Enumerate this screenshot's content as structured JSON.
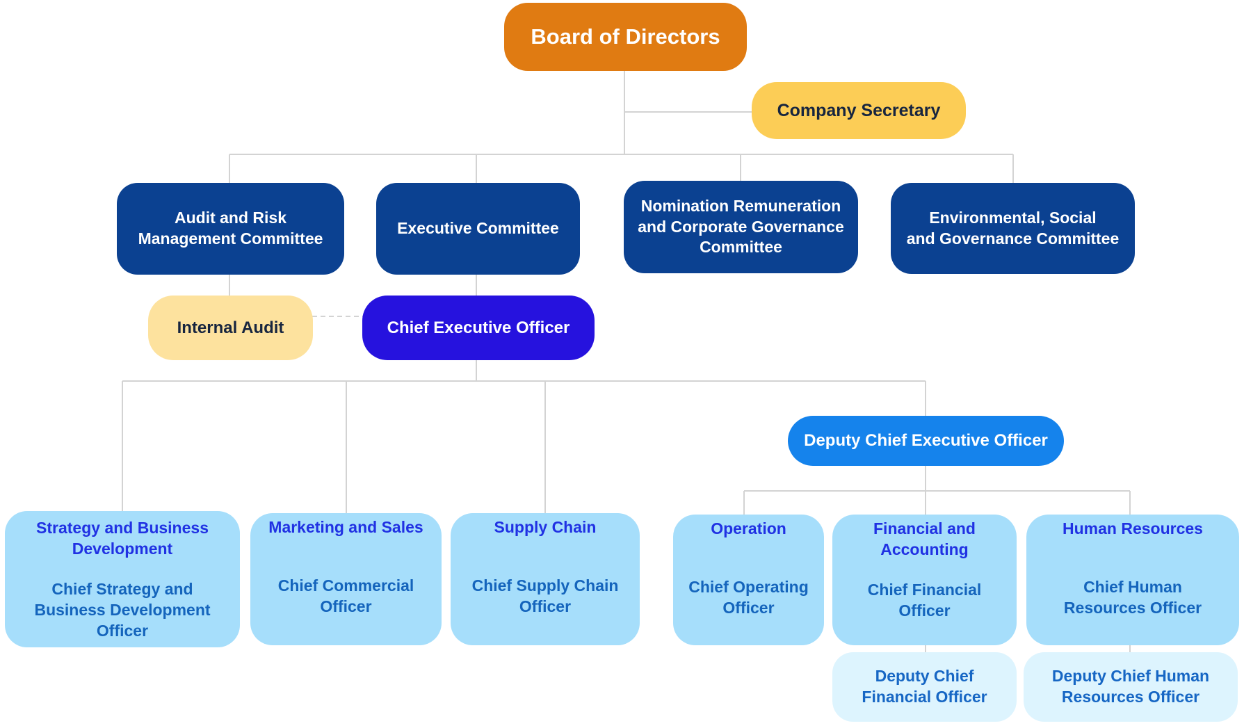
{
  "chart": {
    "board": "Board of Directors",
    "company_secretary": "Company Secretary",
    "committees": [
      "Audit and Risk\nManagement Committee",
      "Executive Committee",
      "Nomination Remuneration\nand Corporate Governance\nCommittee",
      "Environmental, Social\nand Governance Committee"
    ],
    "internal_audit": "Internal Audit",
    "ceo": "Chief Executive Officer",
    "deputy_ceo": "Deputy Chief Executive Officer",
    "functions": [
      {
        "dept": "Strategy and Business\nDevelopment",
        "role": "Chief Strategy and\nBusiness Development\nOfficer"
      },
      {
        "dept": "Marketing and Sales",
        "role": "Chief Commercial\nOfficer"
      },
      {
        "dept": "Supply Chain",
        "role": "Chief Supply Chain\nOfficer"
      },
      {
        "dept": "Operation",
        "role": "Chief Operating\nOfficer"
      },
      {
        "dept": "Financial and\nAccounting",
        "role": "Chief Financial\nOfficer"
      },
      {
        "dept": "Human Resources",
        "role": "Chief Human\nResources Officer"
      }
    ],
    "deputies": [
      "Deputy Chief\nFinancial Officer",
      "Deputy Chief Human\nResources Officer"
    ]
  },
  "colors": {
    "board": "#E07B12",
    "company_secretary": "#FCCD56",
    "committee": "#0B4191",
    "internal_audit": "#FDE29E",
    "ceo": "#2612DE",
    "deputy_ceo": "#1583EC",
    "function_box": "#A6DEFB",
    "function_dept_text": "#2031E3",
    "function_role_text": "#1464BC",
    "deputy_box": "#DDF4FE",
    "connector": "#D3D3D3"
  }
}
